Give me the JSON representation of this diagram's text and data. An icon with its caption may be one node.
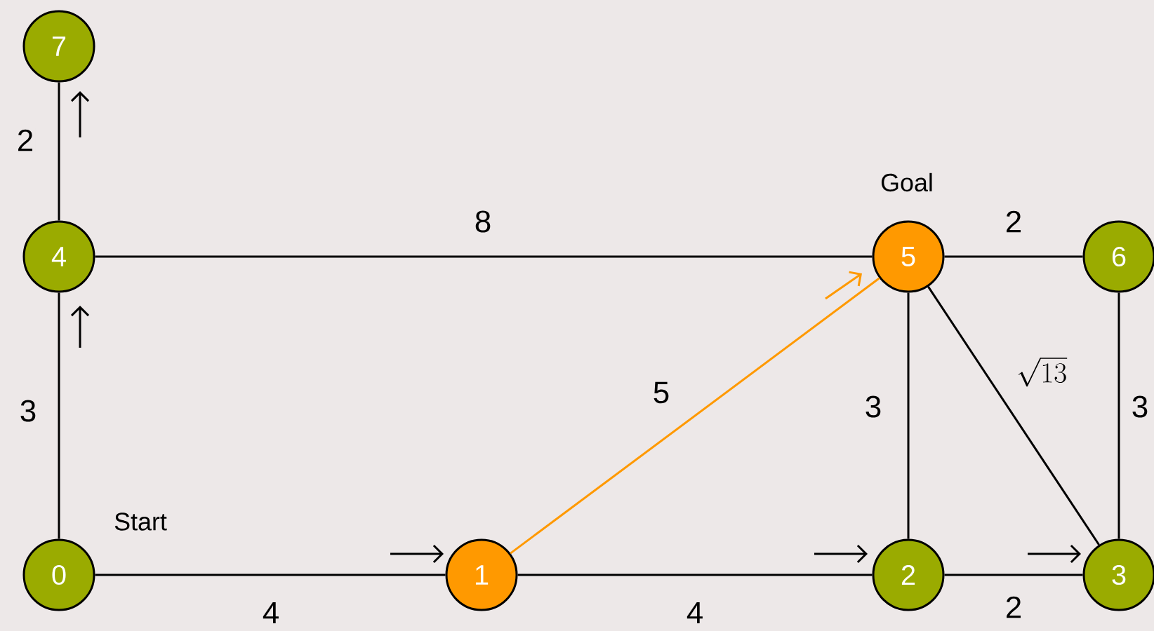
{
  "diagram": {
    "nodes": [
      {
        "text": [
          "0"
        ],
        "beside": [
          "Start"
        ]
      },
      {
        "text": [
          "1"
        ]
      },
      {
        "text": [
          "2"
        ]
      },
      {
        "text": [
          "3"
        ]
      },
      {
        "text": [
          "4"
        ]
      },
      {
        "text": [
          "5"
        ],
        "beside": [
          "Goal"
        ]
      },
      {
        "text": [
          "6"
        ]
      },
      {
        "text": [
          "7"
        ]
      }
    ],
    "edges": [
      {
        "from": 0,
        "to": 1,
        "arrow": "none",
        "label": "4"
      },
      {
        "from": 1,
        "to": 2,
        "arrow": "none",
        "label": "4"
      },
      {
        "from": 2,
        "to": 3,
        "arrow": "none",
        "label": "2"
      },
      {
        "from": 0,
        "to": 4,
        "arrow": "none",
        "label": "3"
      },
      {
        "from": 4,
        "to": 7,
        "arrow": "none",
        "label": "2"
      },
      {
        "from": 4,
        "to": 5,
        "arrow": "none",
        "label": "8"
      },
      {
        "from": 1,
        "to": 5,
        "arrow": "none",
        "label": "5",
        "color": "#ff9900"
      },
      {
        "from": 5,
        "to": 6,
        "arrow": "none",
        "label": "2"
      },
      {
        "from": 5,
        "to": 2,
        "arrow": "none",
        "label": "3"
      },
      {
        "from": 5,
        "to": 3,
        "arrow": "none",
        "label": "\\sqrt{13}"
      },
      {
        "from": 6,
        "to": 3,
        "arrow": "none",
        "label": "3"
      }
    ]
  }
}
